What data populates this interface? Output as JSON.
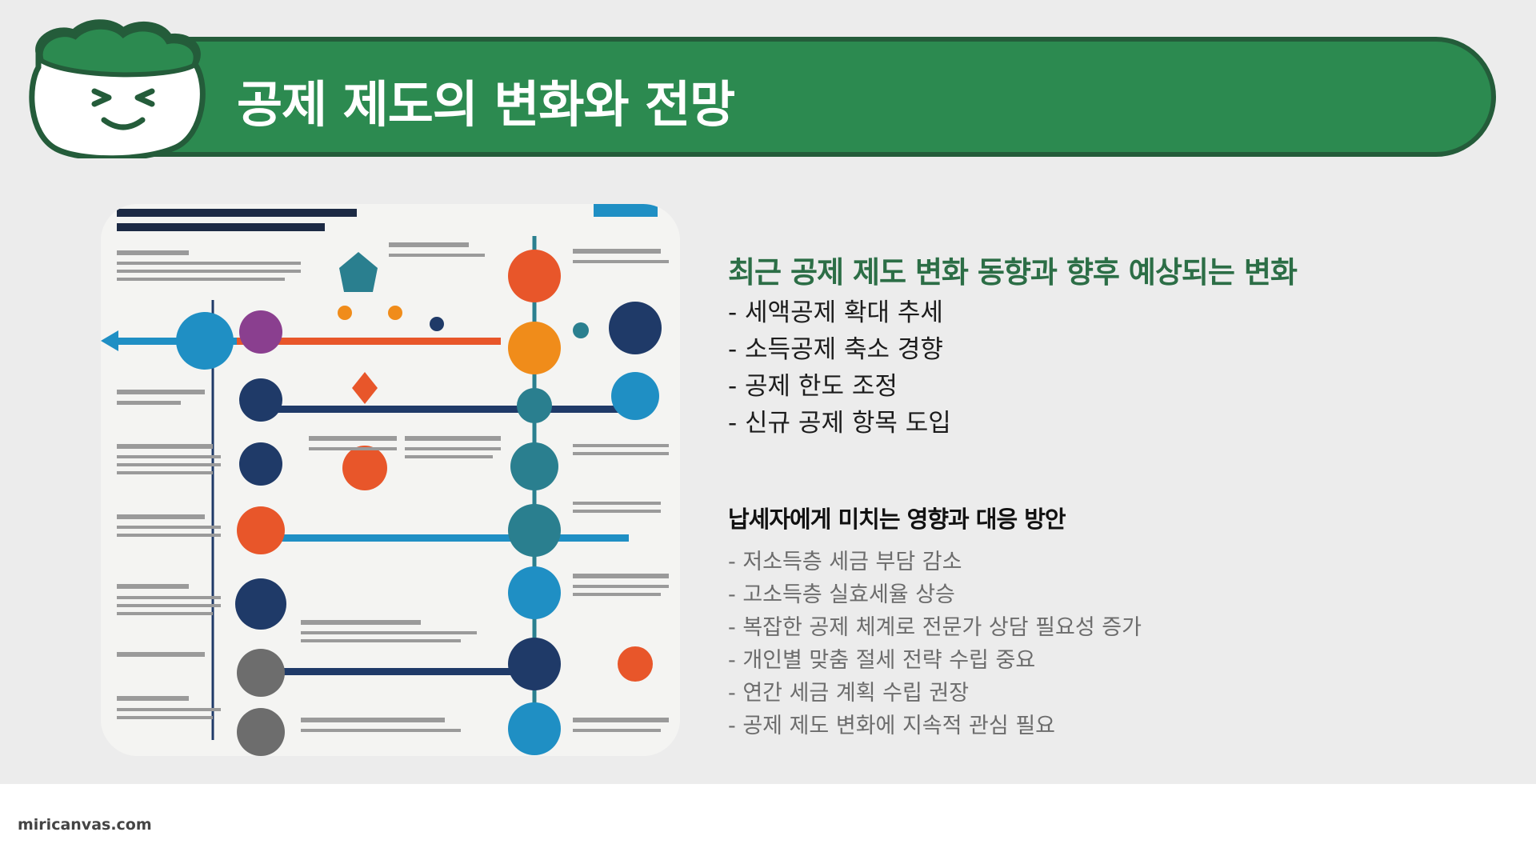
{
  "slide": {
    "title": "공제 제도의 변화와 전망",
    "section_heading": "최근 공제 제도 변화 동향과 향후 예상되는 변화",
    "trends": [
      "- 세액공제 확대 추세",
      "- 소득공제 축소 경향",
      "- 공제 한도 조정",
      "- 신규 공제 항목 도입"
    ],
    "impact_heading": "납세자에게 미치는 영향과 대응 방안",
    "impacts": [
      "- 저소득층 세금 부담 감소",
      "- 고소득층 실효세율 상승",
      "- 복잡한 공제 체계로 전문가 상담 필요성 증가",
      "- 개인별 맞춤 절세 전략 수립 중요",
      "- 연간 세금 계획 수립 권장",
      "- 공제 제도 변화에 지속적 관심 필요"
    ]
  },
  "footer": {
    "site": "miricanvas.com"
  },
  "colors": {
    "banner_green": "#2c8a50",
    "banner_border": "#245c3a",
    "heading_green": "#2c6e46",
    "navy": "#1f3a68",
    "orange": "#e8562a",
    "teal": "#2a7f8f",
    "sky": "#1f8fc4",
    "purple": "#8a3f8f"
  },
  "icons": {
    "mascot": "smiling-face-mascot",
    "infographic": "tax-deduction-timeline-infographic"
  }
}
